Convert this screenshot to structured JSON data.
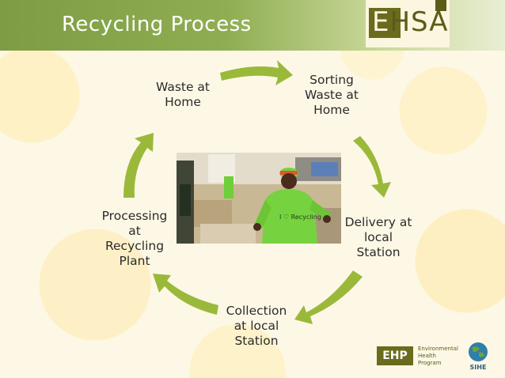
{
  "title": "Recycling Process",
  "logo": {
    "text_e": "E",
    "text_rest": "HSA"
  },
  "steps": [
    {
      "name": "step-waste-at-home",
      "lines": [
        "Waste at",
        "Home"
      ]
    },
    {
      "name": "step-sorting",
      "lines": [
        "Sorting",
        "Waste at",
        "Home"
      ]
    },
    {
      "name": "step-delivery",
      "lines": [
        "Delivery at",
        "local",
        "Station"
      ]
    },
    {
      "name": "step-collection",
      "lines": [
        "Collection",
        "at local",
        "Station"
      ]
    },
    {
      "name": "step-processing",
      "lines": [
        "Processing",
        "at",
        "Recycling",
        "Plant"
      ]
    }
  ],
  "photo": {
    "shirt_text": "I ♡ Recycling"
  },
  "footer": {
    "ehp_label": "EHP",
    "ehp_text": [
      "Environmental",
      "Health",
      "Program"
    ],
    "sihe_label": "SIHE"
  },
  "colors": {
    "arrow": "#9ab93b",
    "header": "#8fae52",
    "logo_dark": "#6a6b1c"
  }
}
